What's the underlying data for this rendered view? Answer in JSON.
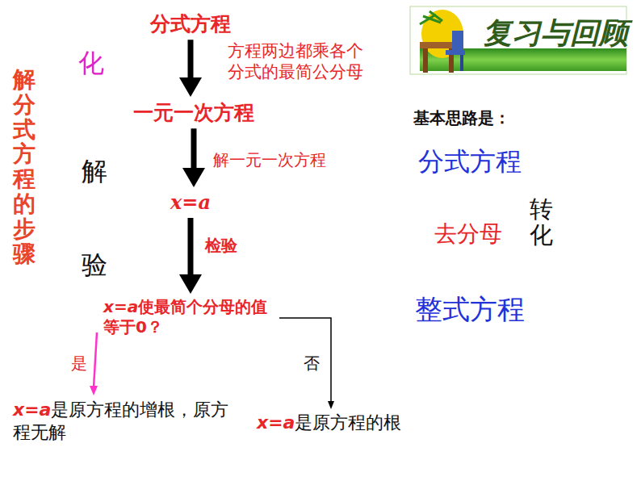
{
  "diagram": {
    "nodes": [
      {
        "text": [
          "分式方程"
        ]
      },
      {
        "text": [
          "一元一次方程"
        ]
      },
      {
        "text": [
          "x=a"
        ]
      },
      {
        "text": [
          "x=a使最简个分母的值等于0？"
        ]
      },
      {
        "text": [
          "x=a是原方程的增根，原方程无解"
        ]
      },
      {
        "text": [
          "x=a是原方程的根"
        ]
      }
    ],
    "edges": [
      {
        "from": 0,
        "to": 1,
        "arrow": "to",
        "label": "方程两边都乘各个分式的最简公分母"
      },
      {
        "from": 1,
        "to": 2,
        "arrow": "to",
        "label": "解一元一次方程"
      },
      {
        "from": 2,
        "to": 3,
        "arrow": "to",
        "label": "检验"
      },
      {
        "from": 3,
        "to": 4,
        "arrow": "to",
        "label": "是"
      },
      {
        "from": 3,
        "to": 5,
        "arrow": "to",
        "label": "否"
      }
    ],
    "labels": [
      "解分式方程的步骤",
      "化",
      "解",
      "验",
      "复习与回顾",
      "基本思路是：",
      "分式方程",
      "去分母",
      "转化",
      "整式方程"
    ]
  }
}
